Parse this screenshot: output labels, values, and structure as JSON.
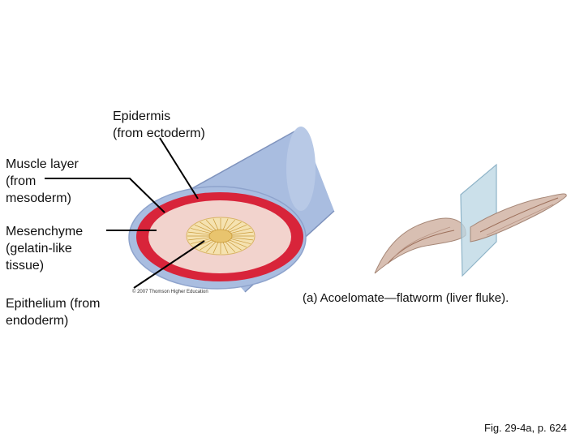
{
  "labels": {
    "epidermis": "Epidermis\n(from ectoderm)",
    "muscle": "Muscle layer\n(from\nmesoderm)",
    "mesenchyme": "Mesenchyme\n(gelatin-like\ntissue)",
    "epithelium": "Epithelium (from\nendoderm)"
  },
  "copyright": "© 2007 Thomson Higher Education",
  "caption": "(a) Acoelomate—flatworm (liver fluke).",
  "figure_ref": "Fig. 29-4a, p. 624",
  "colors": {
    "epidermis_tube": "#a9bde0",
    "tube_edge": "#7f93bd",
    "muscle_ring": "#d8243a",
    "mesenchyme": "#f2d3cd",
    "epithelium": "#f5e2b0",
    "gut_center": "#e8c46e",
    "worm": "#d8bfb2",
    "glass_plane": "#b9d6e3"
  }
}
